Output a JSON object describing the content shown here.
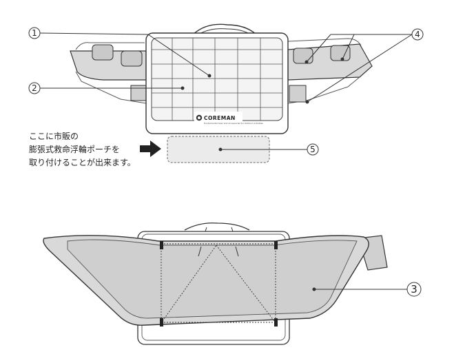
{
  "callouts": {
    "c1": "1",
    "c2": "2",
    "c3": "3",
    "c4": "4",
    "c5": "5"
  },
  "note_lines": [
    "ここに市販の",
    "膨張式救命浮輪ポーチを",
    "取り付けることが出来ます。"
  ],
  "brand": {
    "name": "COREMAN",
    "tagline": "Fundamental Gear and Accessories for Outdoor Activities"
  },
  "colors": {
    "outline": "#333333",
    "panel_fill": "#d9d9d9",
    "pouch_fill": "#ebebeb",
    "arrow": "#222222"
  }
}
